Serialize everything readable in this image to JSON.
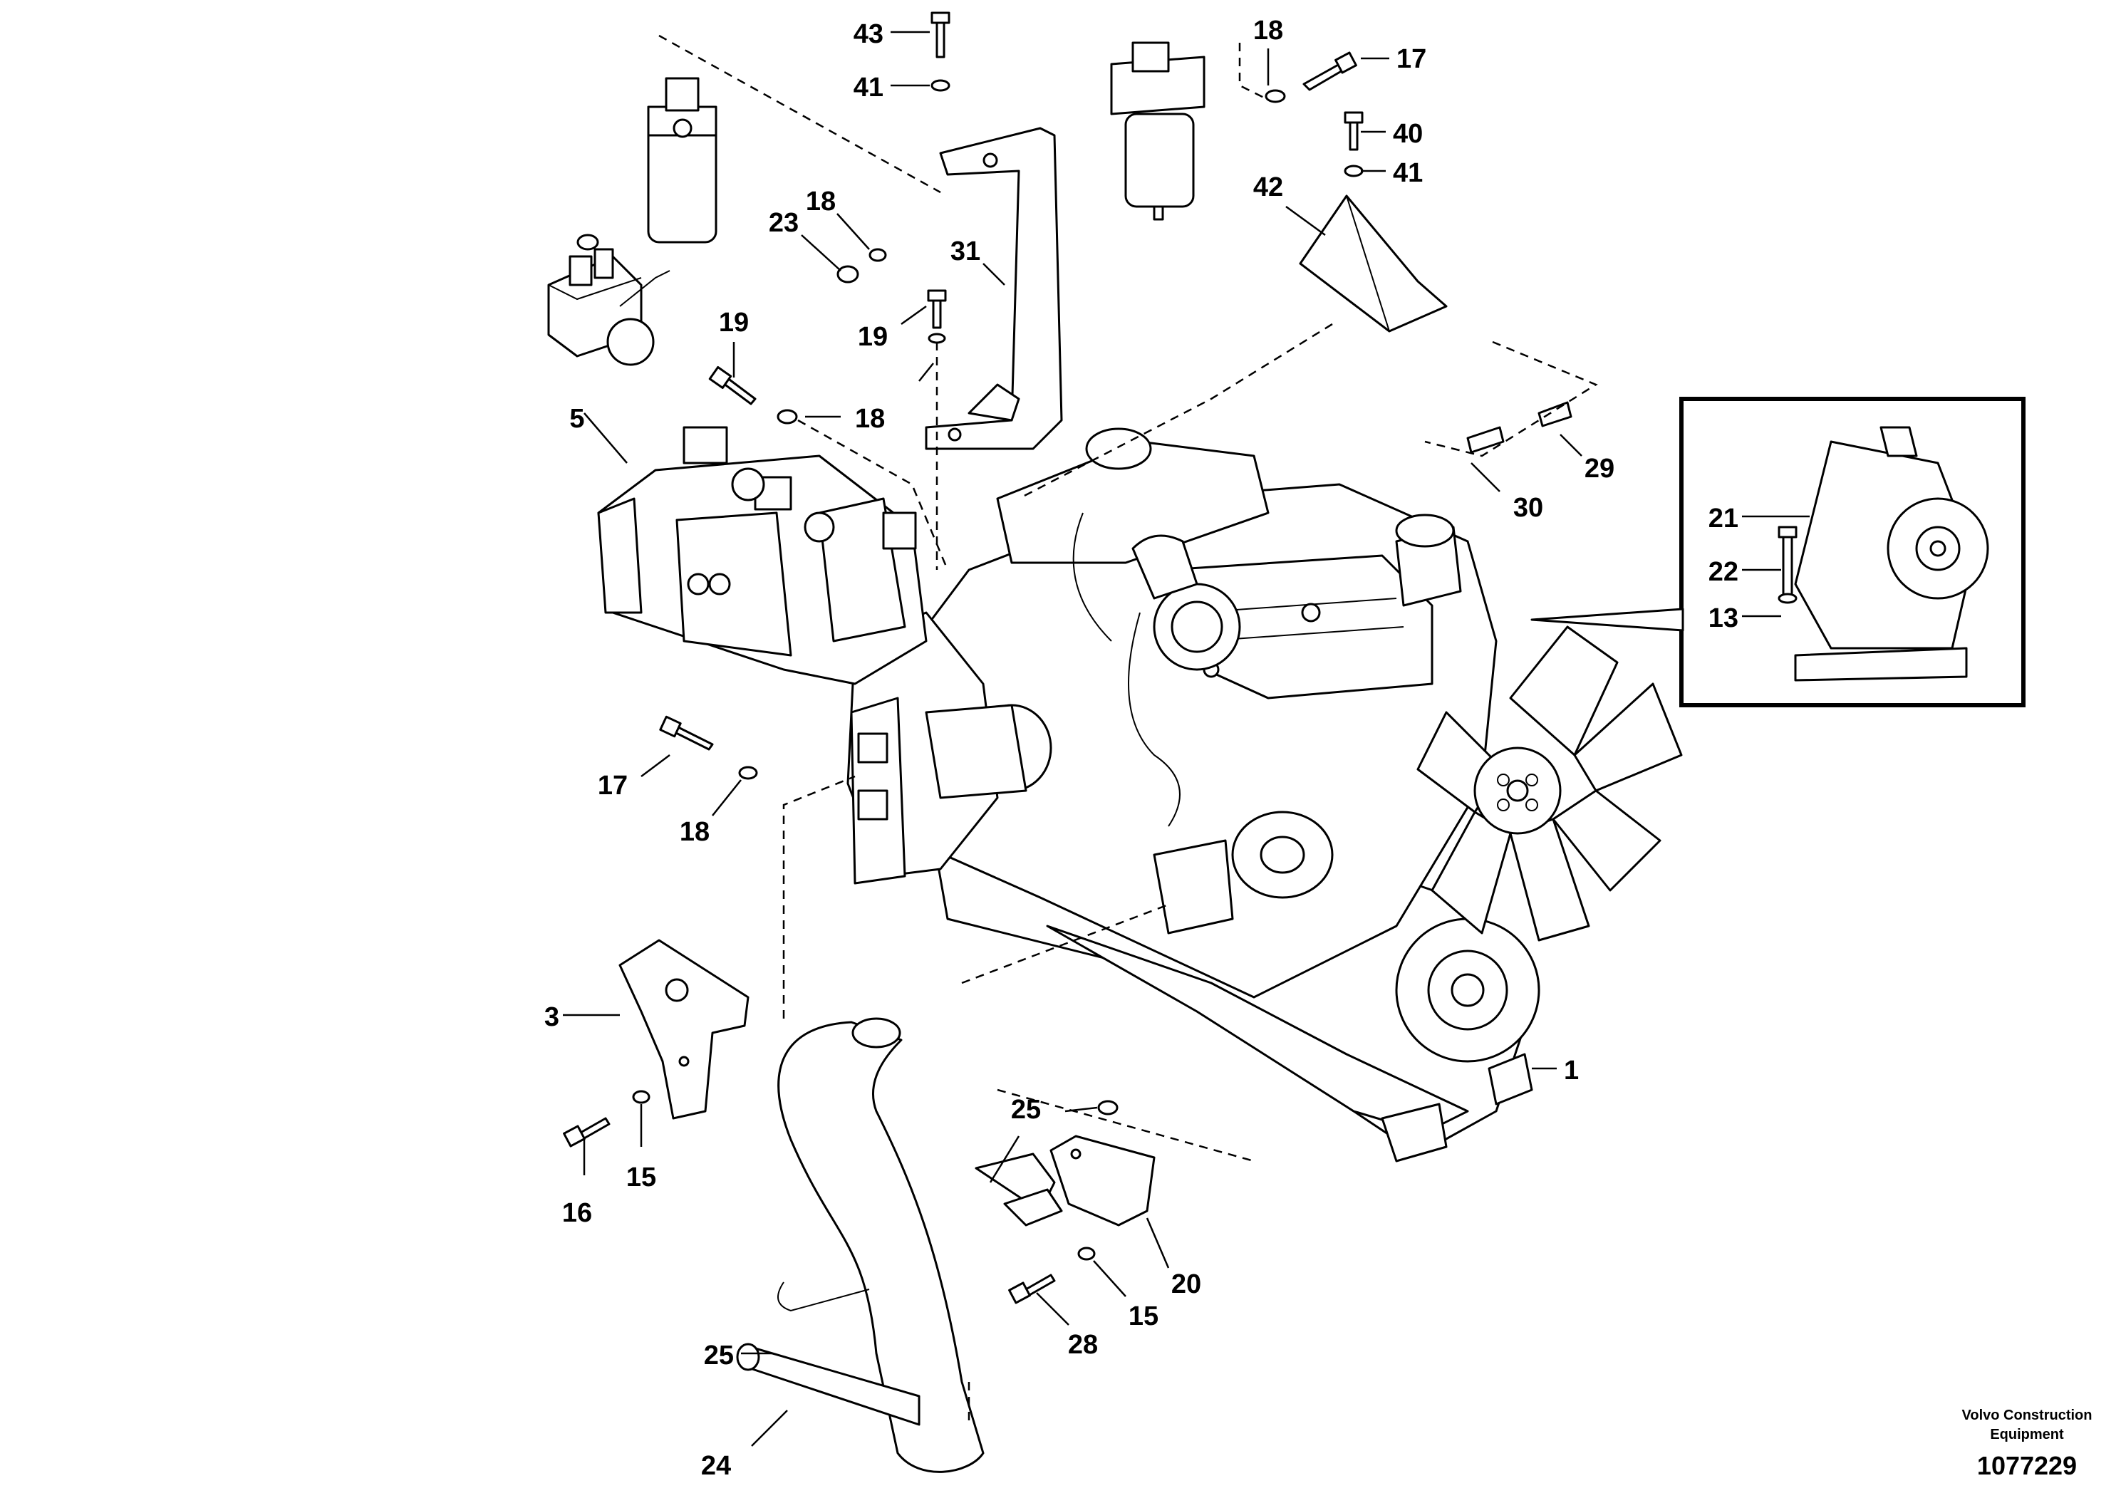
{
  "diagram": {
    "callouts": {
      "c43": "43",
      "c41a": "41",
      "c18a": "18",
      "c17a": "17",
      "c40": "40",
      "c41b": "41",
      "c42": "42",
      "c23": "23",
      "c18b": "18",
      "c31": "31",
      "c19a": "19",
      "c19b": "19",
      "c18c": "18",
      "c5": "5",
      "c29": "29",
      "c30": "30",
      "c21": "21",
      "c22": "22",
      "c13": "13",
      "c17b": "17",
      "c18d": "18",
      "c3": "3",
      "c1": "1",
      "c25a": "25",
      "c15a": "15",
      "c16": "16",
      "c20": "20",
      "c25b": "25",
      "c15b": "15",
      "c28": "28",
      "c24": "24"
    },
    "footer": {
      "brand_line1": "Volvo Construction",
      "brand_line2": "Equipment",
      "figure_number": "1077229"
    }
  }
}
